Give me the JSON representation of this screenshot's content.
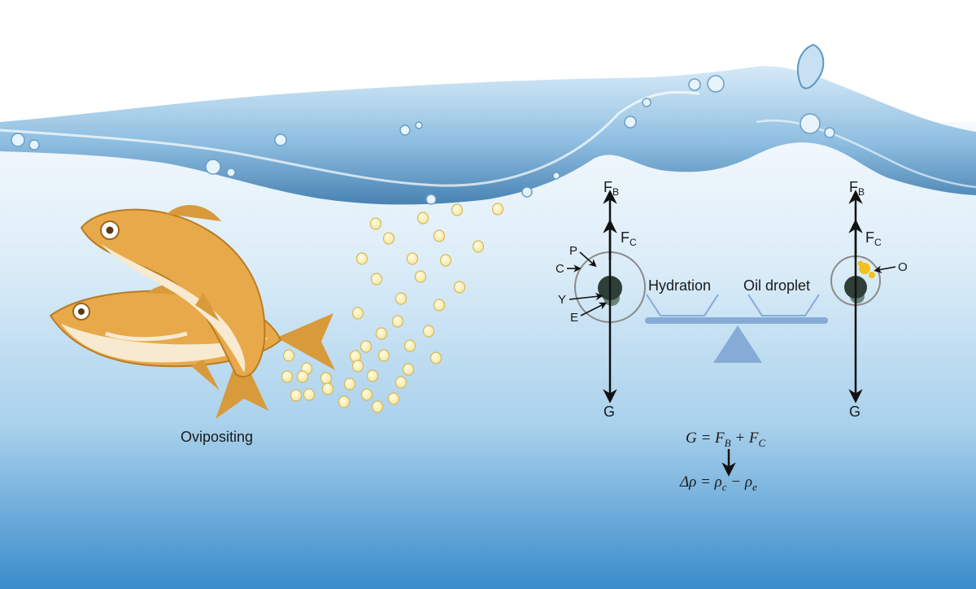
{
  "figure": {
    "ovipositing_label": "Ovipositing",
    "left_egg": {
      "force_top": {
        "main": "F",
        "sub": "B"
      },
      "force_mid": {
        "main": "F",
        "sub": "C"
      },
      "force_bottom": "G",
      "parts": {
        "p": "P",
        "c": "C",
        "y": "Y",
        "e": "E"
      }
    },
    "right_egg": {
      "force_top": {
        "main": "F",
        "sub": "B"
      },
      "force_mid": {
        "main": "F",
        "sub": "C"
      },
      "force_bottom": "G",
      "oil_label": "O"
    },
    "balance": {
      "left_label": "Hydration",
      "right_label": "Oil droplet"
    },
    "equation1": {
      "lhs": "G = F",
      "sub1": "B",
      "mid": " + F",
      "sub2": "C"
    },
    "equation2": {
      "lhs": "Δρ = ρ",
      "sub1": "c",
      "mid": " − ρ",
      "sub2": "e"
    },
    "colors": {
      "water_top": "#e9f4fb",
      "water_bottom": "#2f86c3",
      "fish_body": "#e8a94a",
      "fish_belly": "#f7ead0",
      "egg_fill": "#f8f0b8",
      "egg_stroke": "#d9b85a",
      "embryo": "#2f3e38",
      "oil_droplet": "#f2c21b",
      "balance": "#86abd6"
    }
  }
}
